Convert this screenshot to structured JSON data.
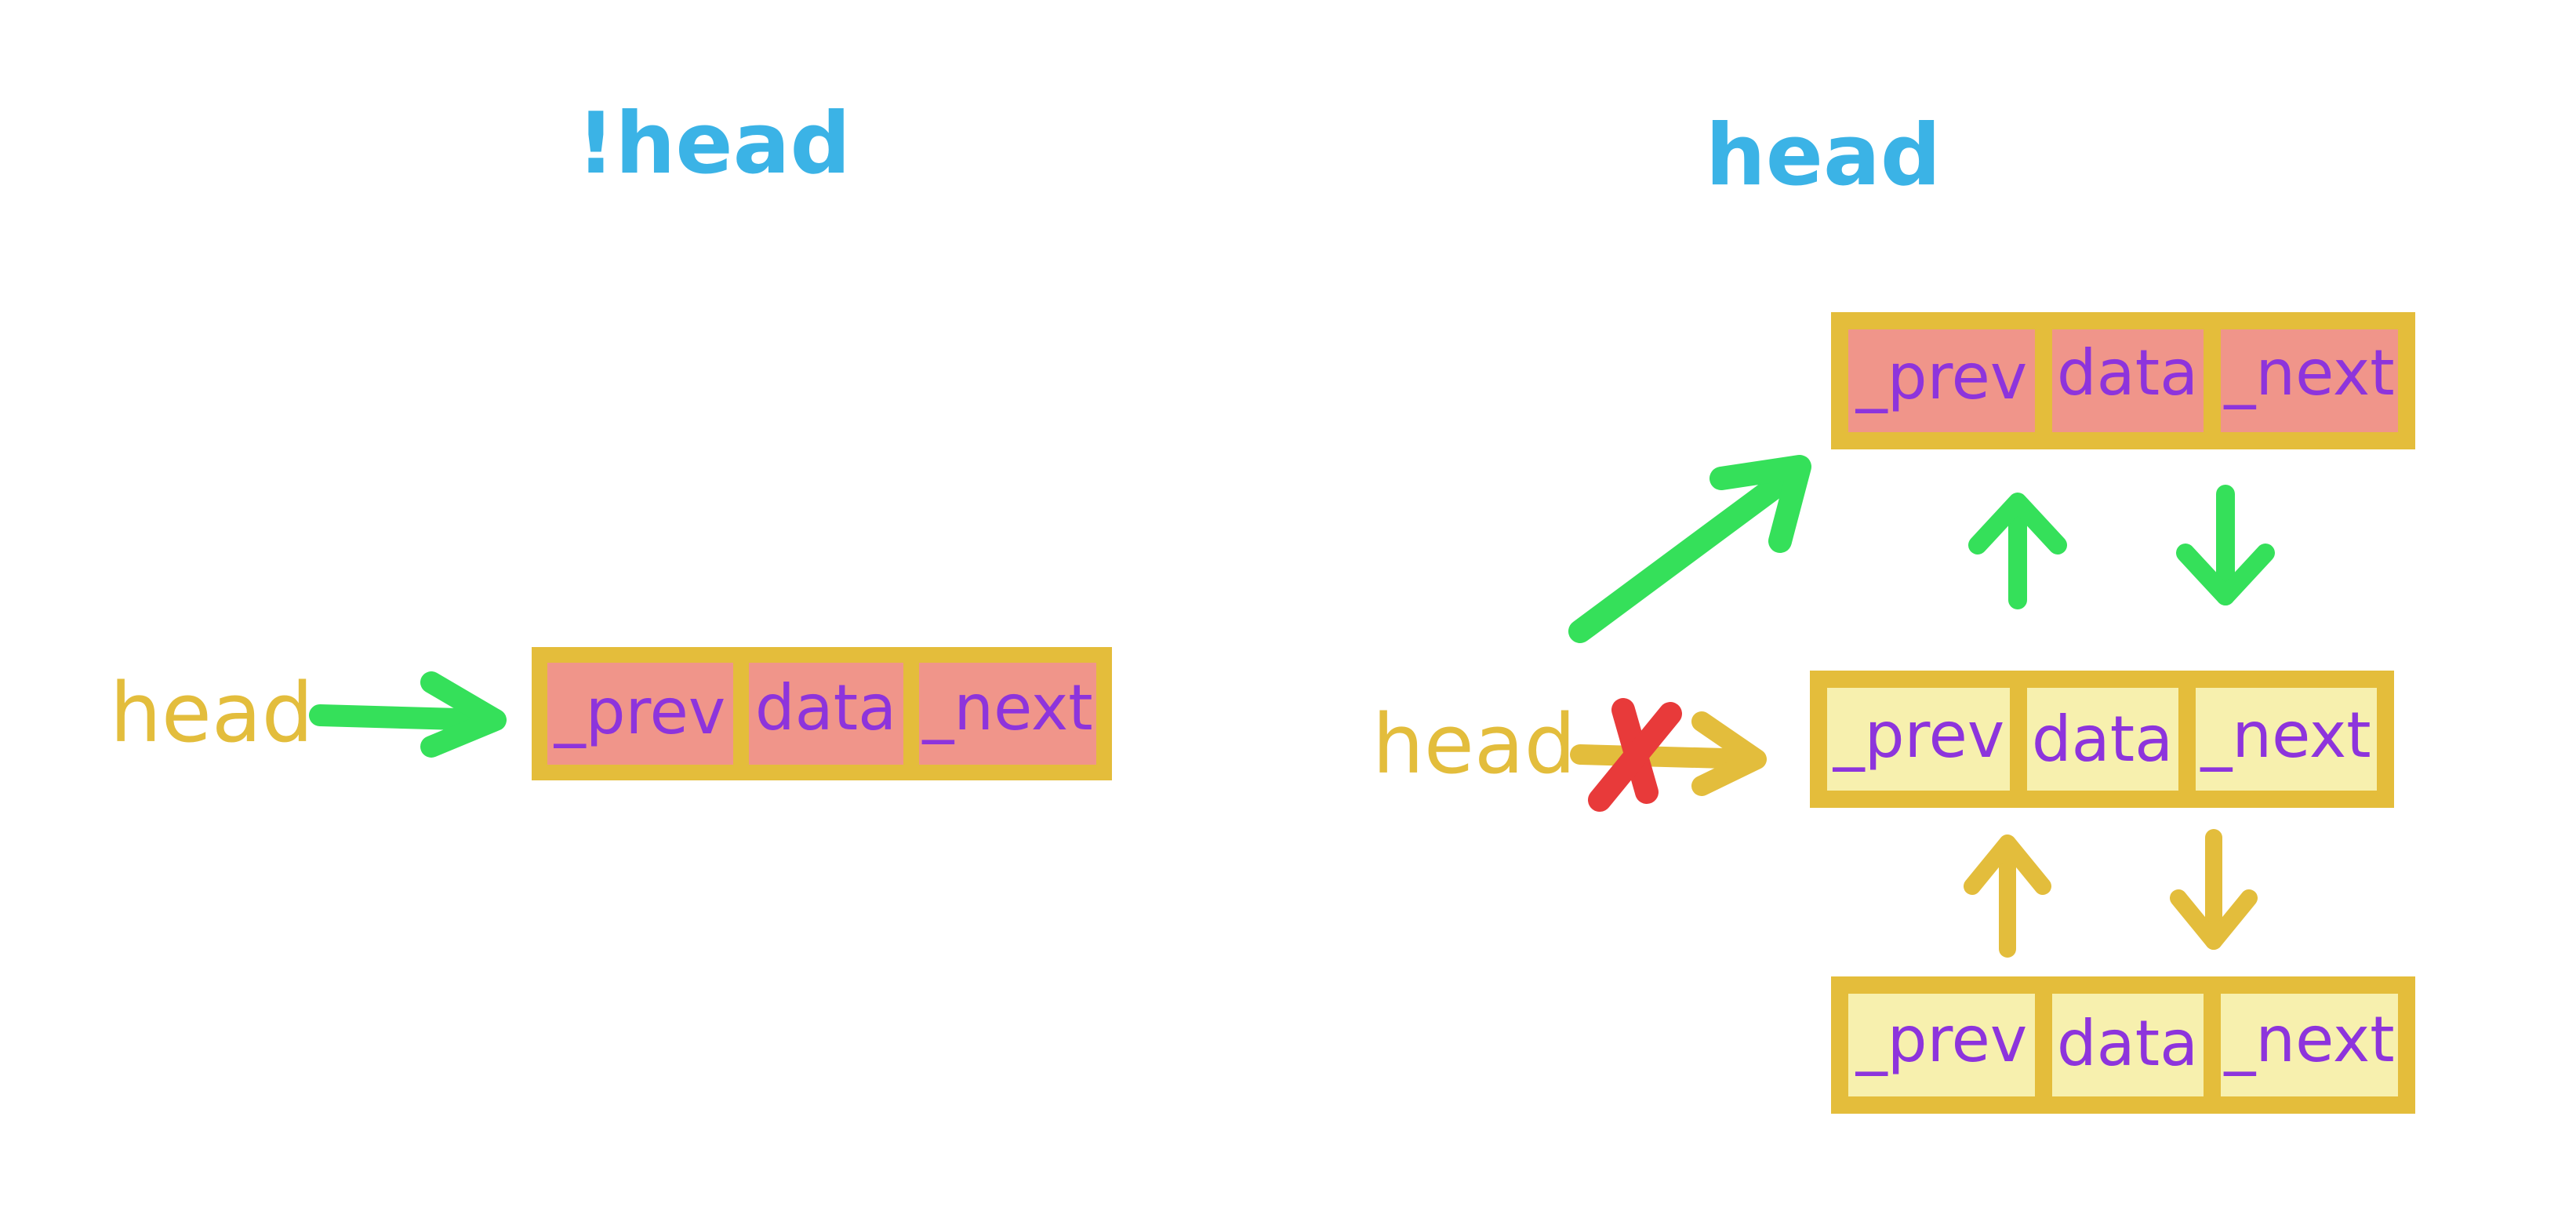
{
  "titles": {
    "left": "!head",
    "right": "head"
  },
  "labels": {
    "left_head": "head",
    "right_head": "head"
  },
  "node_fields": {
    "prev": "_prev",
    "data": "data",
    "next": "_next"
  },
  "colors": {
    "title": "#3bb3e6",
    "head_label": "#e3bd3c",
    "frame": "#e4bd3b",
    "new_node_fill": "#f0958a",
    "old_node_fill": "#f7f0ae",
    "field_text": "#8d34dc",
    "green_arrow": "#35e05a",
    "yellow_arrow": "#e3bd3c",
    "red_x": "#e83a3a"
  },
  "icons": {
    "removed_link": "red-x-mark-icon"
  }
}
